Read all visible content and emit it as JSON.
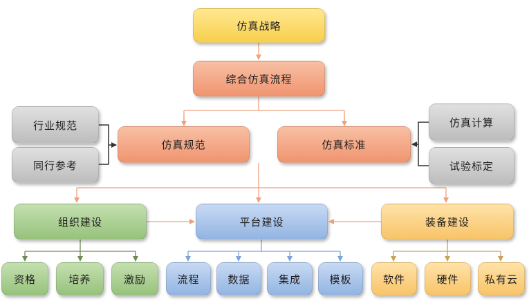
{
  "top": {
    "strategy": "仿真战略",
    "process": "综合仿真流程"
  },
  "middle": {
    "norms": "仿真规范",
    "standards": "仿真标准",
    "left_inputs": [
      "行业规范",
      "同行参考"
    ],
    "right_inputs": [
      "仿真计算",
      "试验标定"
    ]
  },
  "construction": {
    "organization": {
      "label": "组织建设",
      "children": [
        "资格",
        "培养",
        "激励"
      ]
    },
    "platform": {
      "label": "平台建设",
      "children": [
        "流程",
        "数据",
        "集成",
        "模板"
      ]
    },
    "equipment": {
      "label": "装备建设",
      "children": [
        "软件",
        "硬件",
        "私有云"
      ]
    }
  },
  "colors": {
    "yellow": "#f8cf4e",
    "orange": "#f09470",
    "gray": "#bdbdbd",
    "green": "#97c27c",
    "blue": "#93b4e2",
    "amber": "#f8c469",
    "connector_orange": "#f0a07a",
    "connector_dark": "#333333",
    "connector_green": "#6d8c55",
    "connector_blue": "#7ba3dc",
    "connector_amber": "#c9a258"
  }
}
